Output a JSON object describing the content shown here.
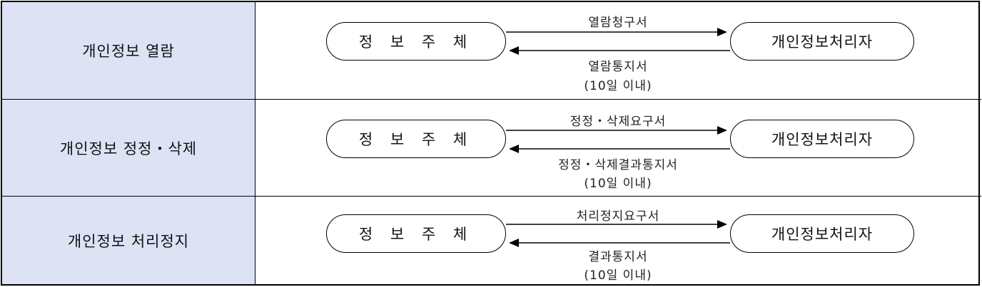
{
  "rows": [
    {
      "label": "개인정보 열람",
      "subject": "정 보 주 체",
      "handler": "개인정보처리자",
      "request": "열람청구서",
      "response": "열람통지서",
      "deadline": "(10일 이내)"
    },
    {
      "label": "개인정보 정정・삭제",
      "subject": "정 보 주 체",
      "handler": "개인정보처리자",
      "request": "정정・삭제요구서",
      "response": "정정・삭제결과통지서",
      "deadline": "(10일 이내)"
    },
    {
      "label": "개인정보 처리정지",
      "subject": "정 보 주 체",
      "handler": "개인정보처리자",
      "request": "처리정지요구서",
      "response": "결과통지서",
      "deadline": "(10일 이내)"
    }
  ],
  "colors": {
    "label_bg": "#dde2f4",
    "line": "#000000"
  }
}
